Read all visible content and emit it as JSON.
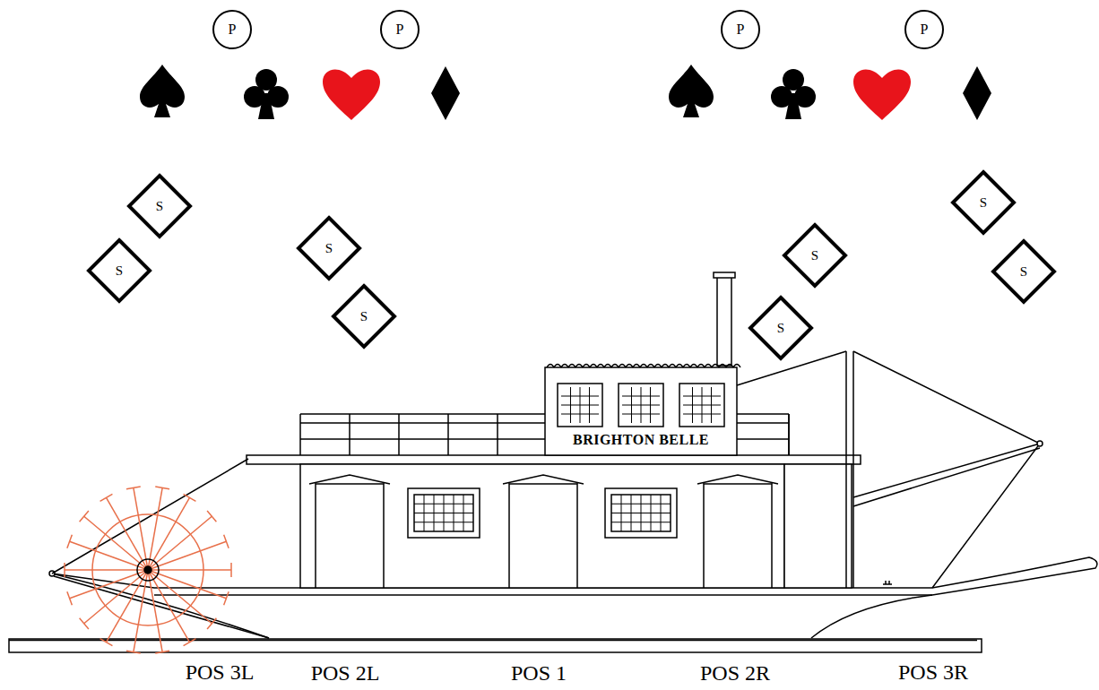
{
  "diagram": {
    "nodes": [
      {
        "text": [
          "P"
        ]
      },
      {
        "text": [
          "P"
        ]
      },
      {
        "text": [
          "P"
        ]
      },
      {
        "text": [
          "P"
        ]
      },
      {
        "text": [
          "S"
        ]
      },
      {
        "text": [
          "S"
        ]
      },
      {
        "text": [
          "S"
        ]
      },
      {
        "text": [
          "S"
        ]
      },
      {
        "text": [
          "S"
        ]
      },
      {
        "text": [
          "S"
        ]
      },
      {
        "text": [
          "S"
        ]
      },
      {
        "text": [
          "S"
        ]
      }
    ],
    "labels": [
      "BRIGHTON BELLE",
      "POS 3L",
      "POS 2L",
      "POS 1",
      "POS 2R",
      "POS 3R"
    ]
  }
}
